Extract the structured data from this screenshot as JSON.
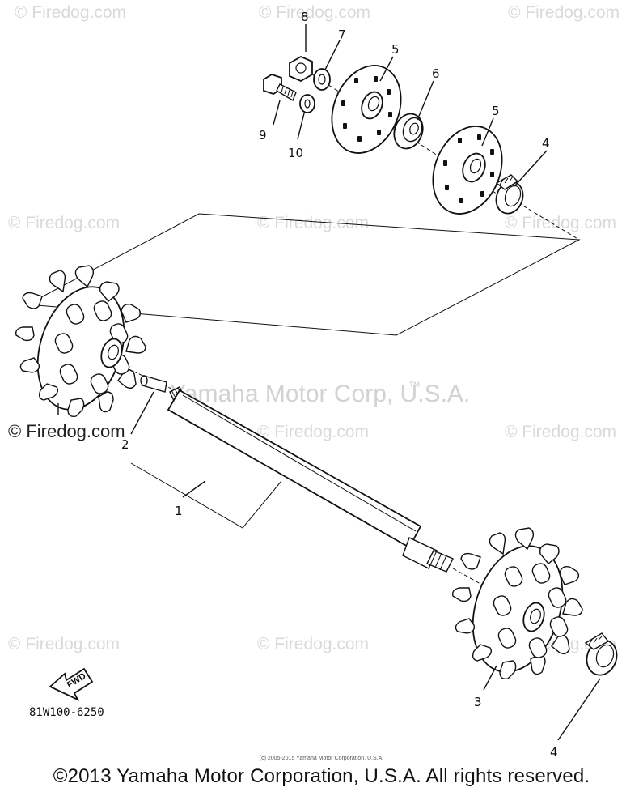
{
  "watermark": {
    "text": "© Firedog.com",
    "brand": "Yamaha Motor Corp, U.S.A.",
    "tm": "TM"
  },
  "labels": {
    "shaft": "1",
    "shaft_pin": "2",
    "sprocket_right": "3",
    "clip_top": "4",
    "clip_bottom": "4",
    "disc_left": "5",
    "disc_right": "5",
    "bearing": "6",
    "washer": "7",
    "nut": "8",
    "bolt": "9",
    "lock_washer": "10"
  },
  "fwd_arrow": "FWD",
  "part_code": "81W100-6250",
  "tiny_copyright": "(c) 2005-2015 Yamaha Motor Corporation, U.S.A.",
  "copyright": "©2013 Yamaha Motor Corporation, U.S.A. All rights reserved."
}
